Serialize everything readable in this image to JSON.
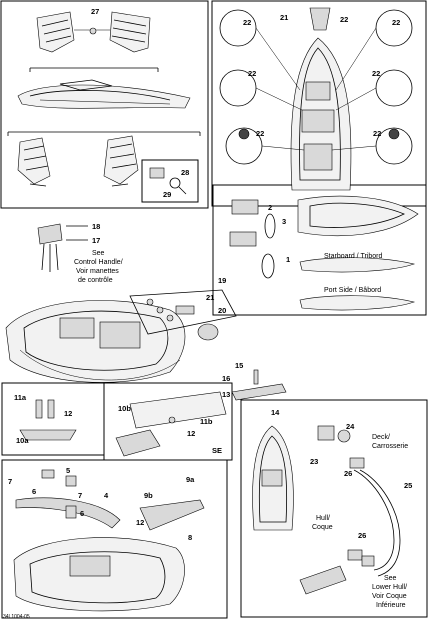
{
  "callouts": {
    "c27": "27",
    "c22a": "22",
    "c22b": "22",
    "c22c": "22",
    "c22d": "22",
    "c22e": "22",
    "c22f": "22",
    "c22g": "22",
    "c21": "21",
    "c28": "28",
    "c29": "29",
    "c18": "18",
    "c17": "17",
    "c19": "19",
    "c2": "2",
    "c3": "3",
    "c1": "1",
    "c20": "20",
    "c21b": "21",
    "c15": "15",
    "c16": "16",
    "c13": "13",
    "c14": "14",
    "c11a": "11a",
    "c12a": "12",
    "c10a": "10a",
    "c10b": "10b",
    "c11b": "11b",
    "c12b": "12",
    "c5": "5",
    "c7a": "7",
    "c6a": "6",
    "c7b": "7",
    "c4": "4",
    "c6b": "6",
    "c9b": "9b",
    "c9a": "9a",
    "c12c": "12",
    "c8": "8",
    "c24": "24",
    "c23": "23",
    "c26a": "26",
    "c25": "25",
    "c26b": "26"
  },
  "notes": {
    "control_see": "See",
    "control_line1": "Control Handle/",
    "control_line2": "Voir manettes",
    "control_line3": "de contrôle",
    "starboard": "Starboard / Tribord",
    "port": "Port Side / Bâbord",
    "se": "SE",
    "deck1": "Deck/",
    "deck2": "Carrosserie",
    "hull1": "Hull/",
    "hull2": "Coque",
    "lower_see": "See",
    "lower1": "Lower Hull/",
    "lower2": "Voir Coque",
    "lower3": "Inférieure",
    "docid": "34L1004-05"
  }
}
